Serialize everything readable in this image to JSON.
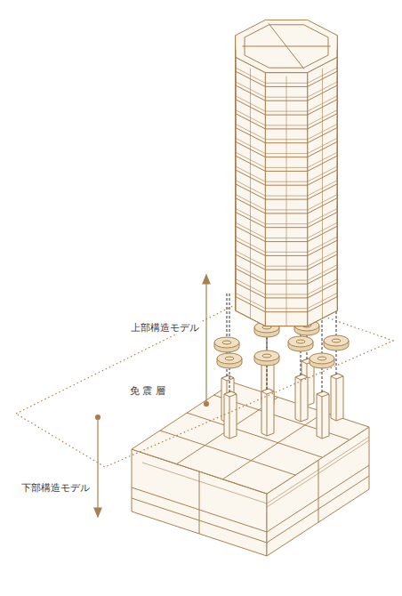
{
  "diagram": {
    "labels": [
      "上部構造モデル",
      "免 震 層",
      "下部構造モデル"
    ]
  }
}
